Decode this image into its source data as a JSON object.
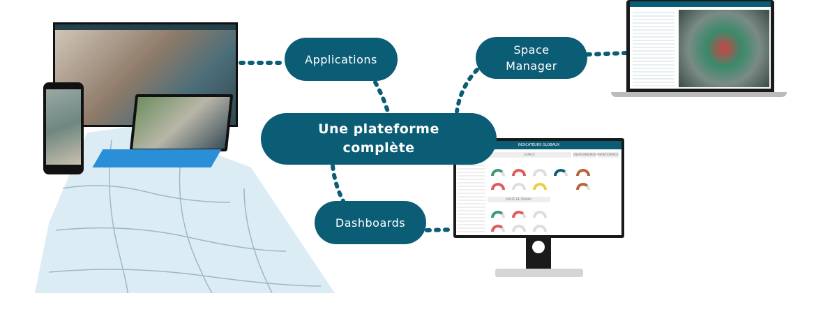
{
  "nodes": {
    "applications": "Applications",
    "space_manager": "Space Manager",
    "center": "Une plateforme complète",
    "dashboards": "Dashboards"
  },
  "dashboard": {
    "title": "INDICATEURS GLOBAUX",
    "sections": [
      "ESPACE",
      "ENVIRONNEMENT",
      "MAINTENANCE",
      "POSTE DE TRAVAIL"
    ]
  },
  "colors": {
    "accent": "#0b5d76",
    "puzzle": "#dcecf5"
  }
}
